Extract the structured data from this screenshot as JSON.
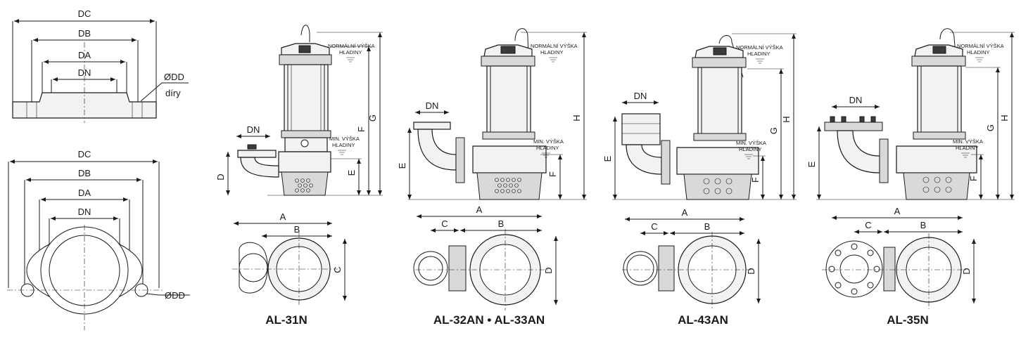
{
  "flange": {
    "side": {
      "dc": "DC",
      "db": "DB",
      "da": "DA",
      "dn": "DN",
      "dd": "ØDD",
      "holes": "díry"
    },
    "plan": {
      "dc": "DC",
      "db": "DB",
      "da": "DA",
      "dn": "DN",
      "dd": "ØDD"
    }
  },
  "water_level": {
    "normal_line1": "NORMÁLNÍ VÝŠKA",
    "normal_line2": "HLADINY",
    "min_line1": "MIN. VÝŠKA",
    "min_line2": "HLADINY"
  },
  "pumps": [
    {
      "model": "AL-31N",
      "dims": {
        "dn": "DN",
        "d": "D",
        "e": "E",
        "f": "F",
        "g": "G",
        "a": "A",
        "b": "B",
        "c": "C"
      }
    },
    {
      "model": "AL-32AN • AL-33AN",
      "dims": {
        "dn": "DN",
        "e": "E",
        "f": "F",
        "h": "H",
        "a": "A",
        "b": "B",
        "c": "C",
        "d": "D"
      }
    },
    {
      "model": "AL-43AN",
      "dims": {
        "dn": "DN",
        "e": "E",
        "f": "F",
        "g": "G",
        "h": "H",
        "a": "A",
        "b": "B",
        "c": "C",
        "d": "D"
      }
    },
    {
      "model": "AL-35N",
      "dims": {
        "dn": "DN",
        "e": "E",
        "f": "F",
        "g": "G",
        "h": "H",
        "a": "A",
        "b": "B",
        "c": "C",
        "d": "D"
      }
    }
  ]
}
